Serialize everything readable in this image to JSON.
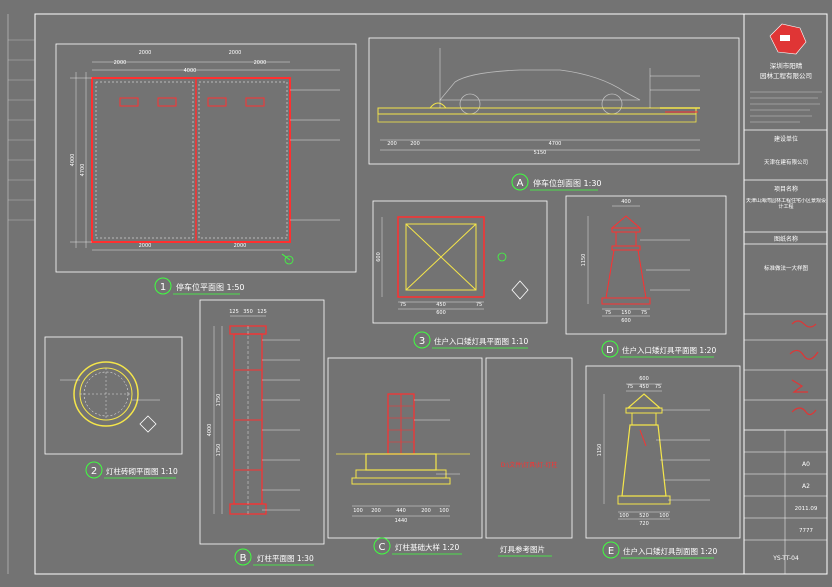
{
  "colors": {
    "background": "#737373",
    "frame": "#ffffff",
    "line_red": "#ff2020",
    "line_yellow": "#f5e64a",
    "line_green": "#40ff40",
    "line_white": "#ffffff",
    "line_cyan": "#4ae6e6",
    "logo_red": "#e03535"
  },
  "titles": {
    "t1": {
      "badge": "1",
      "text": "停车位平面图 1:50"
    },
    "tA": {
      "badge": "A",
      "text": "停车位剖面图 1:30"
    },
    "t2": {
      "badge": "2",
      "text": "灯柱砖砌平面图 1:10"
    },
    "tB": {
      "badge": "B",
      "text": "灯柱平面图 1:30"
    },
    "t3": {
      "badge": "3",
      "text": "住户入口矮灯具平面图 1:10"
    },
    "tC": {
      "badge": "C",
      "text": "灯柱基础大样 1:20"
    },
    "tRef": {
      "text": "灯具参考图片"
    },
    "tD": {
      "badge": "D",
      "text": "住户入口矮灯具平面图 1:20"
    },
    "tE": {
      "badge": "E",
      "text": "住户入口矮灯具剖面图 1:20"
    }
  },
  "dims": {
    "p1_top": [
      "2000",
      "2000",
      "2000",
      "2000"
    ],
    "p1_total": "4000",
    "p1_bottom": [
      "2000",
      "2000"
    ],
    "p1_left": "4000",
    "p1_left2": "4700",
    "pA_bottom": [
      "200",
      "200",
      "4700"
    ],
    "pA_total": "5150",
    "p3_bottom": [
      "75",
      "450",
      "75"
    ],
    "p3_total": "600",
    "p3_side": "600",
    "pD_top": "400",
    "pD_bottom": [
      "75",
      "150",
      "75"
    ],
    "pD_total": "600",
    "pD_side": "1150",
    "pB_top": [
      "125",
      "350",
      "125"
    ],
    "pB_side": [
      "4000",
      "1750",
      "1750"
    ],
    "pC_bottom": [
      "100",
      "200",
      "440",
      "200",
      "100"
    ],
    "pC_total": "1440",
    "pE_top": [
      "75",
      "450",
      "75"
    ],
    "pE_top_total": "600",
    "pE_bottom": [
      "100",
      "520",
      "100"
    ],
    "pE_bottom_total": "720",
    "pE_side": "1150"
  },
  "notes": {
    "ref_photo": "D:\\文件\\灯具\\灯-灯柱"
  },
  "company": {
    "name_cn": "深圳市阳晴",
    "name_cn2": "园林工程有限公司"
  },
  "title_block": {
    "client_label": "建设单位",
    "client_value": "天津在建有限公司",
    "project_label": "项目名称",
    "project_value": "天津山海湾园林工程住宅小区景观设计工程",
    "drawing_label": "图纸名称",
    "drawing_value": "标准做法一大样图",
    "scale_value": "A0",
    "size_value": "A2",
    "date_value": "2011.09",
    "number_value": "7777",
    "sheet_value": "YS-TT-04"
  }
}
